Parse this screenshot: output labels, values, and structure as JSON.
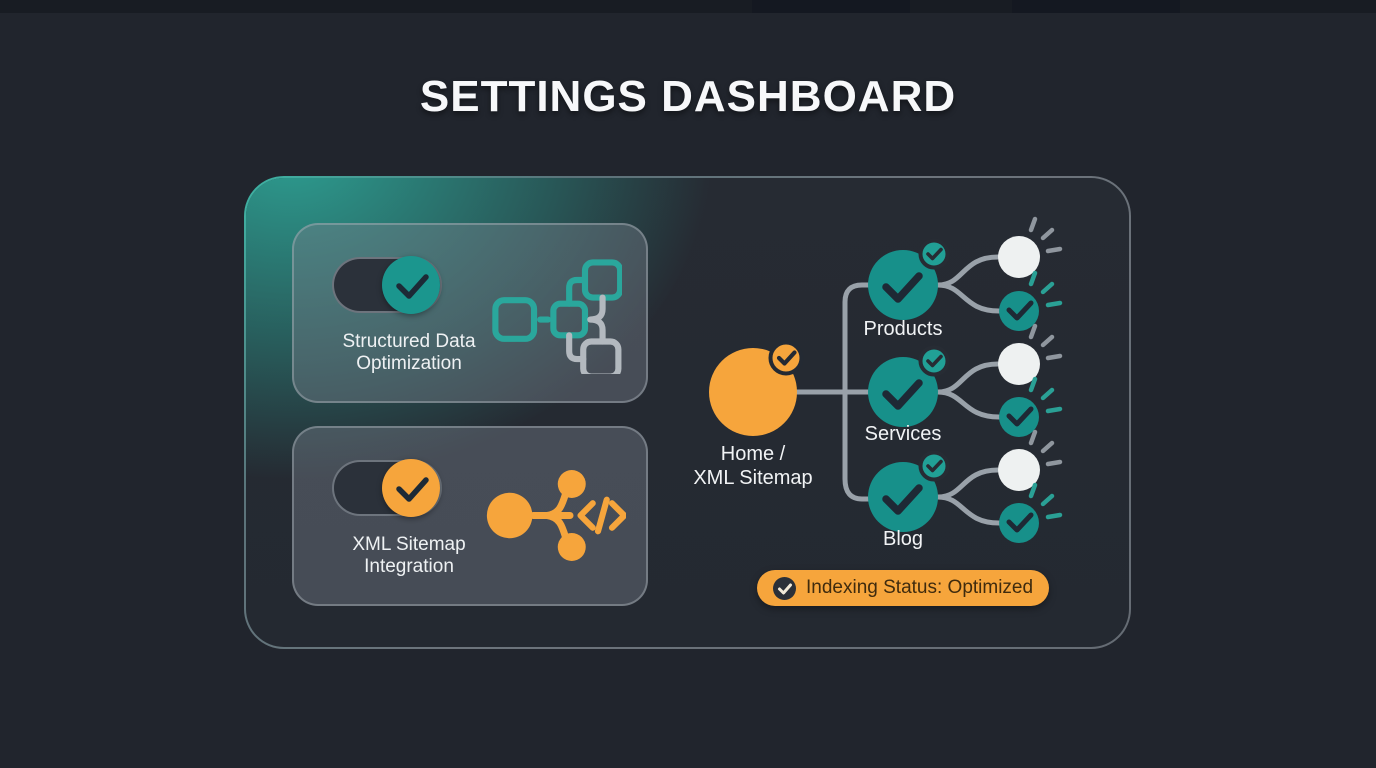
{
  "page": {
    "title": "SETTINGS DASHBOARD"
  },
  "colors": {
    "background": "#21252d",
    "panel_teal_glow": "#2da494",
    "teal_accent": "#1b968e",
    "orange_accent": "#f6a53c",
    "connector_gray": "#99a1a9",
    "dark_check": "#1e2935"
  },
  "settings_cards": [
    {
      "label_line1": "Structured Data",
      "label_line2": "Optimization",
      "toggle_state": "on",
      "accent": "#1b968e",
      "icon": "structured-data-icon"
    },
    {
      "label_line1": "XML Sitemap",
      "label_line2": "Integration",
      "toggle_state": "on",
      "accent": "#f6a53c",
      "icon": "sitemap-code-icon"
    }
  ],
  "sitemap_tree": {
    "root": {
      "label_line1": "Home /",
      "label_line2": "XML Sitemap",
      "status": "verified"
    },
    "branches": [
      {
        "label": "Products",
        "status": "verified",
        "leaves": [
          {
            "status": "pending"
          },
          {
            "status": "verified"
          }
        ]
      },
      {
        "label": "Services",
        "status": "verified",
        "leaves": [
          {
            "status": "pending"
          },
          {
            "status": "verified"
          }
        ]
      },
      {
        "label": "Blog",
        "status": "verified",
        "leaves": [
          {
            "status": "pending"
          },
          {
            "status": "verified"
          }
        ]
      }
    ]
  },
  "status_badge": {
    "label": "Indexing Status: Optimized"
  }
}
